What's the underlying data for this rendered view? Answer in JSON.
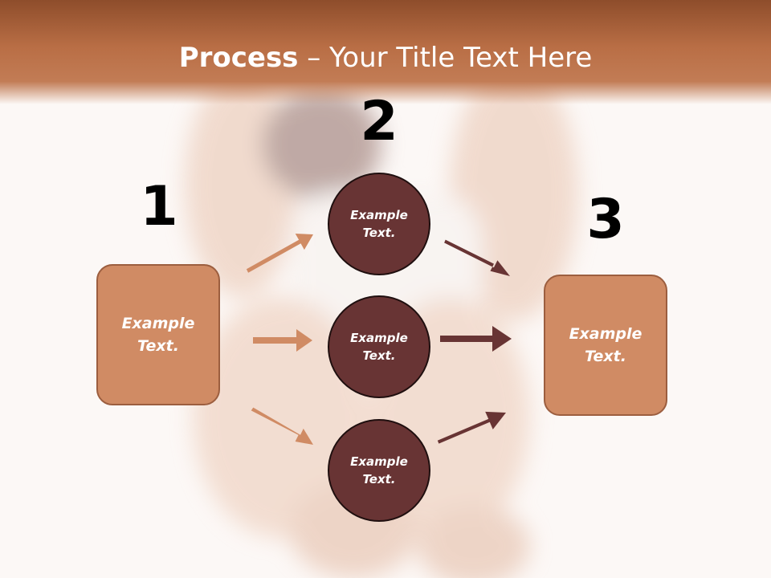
{
  "slide": {
    "title_strong": "Process",
    "title_rest": " – Your Title Text Here",
    "steps": [
      {
        "number": "1",
        "text": "Example\nText."
      },
      {
        "number": "2",
        "text": ""
      },
      {
        "number": "3",
        "text": "Example\nText."
      }
    ],
    "circles": [
      {
        "text": "Example\nText."
      },
      {
        "text": "Example\nText."
      },
      {
        "text": "Example\nText."
      }
    ],
    "colors": {
      "header": "#b96e45",
      "box_fill": "#d08b64",
      "circle_fill": "#683434",
      "arrow_light": "#d08b64",
      "arrow_dark": "#683434"
    }
  }
}
